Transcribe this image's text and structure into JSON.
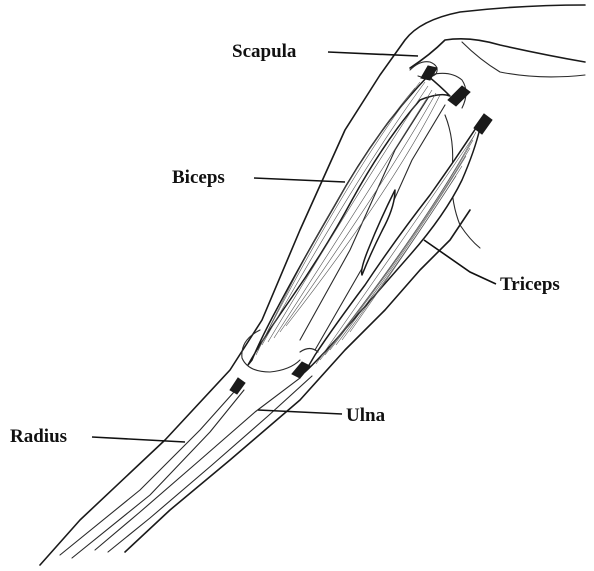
{
  "labels": {
    "scapula": "Scapula",
    "biceps": "Biceps",
    "triceps": "Triceps",
    "ulna": "Ulna",
    "radius": "Radius"
  }
}
